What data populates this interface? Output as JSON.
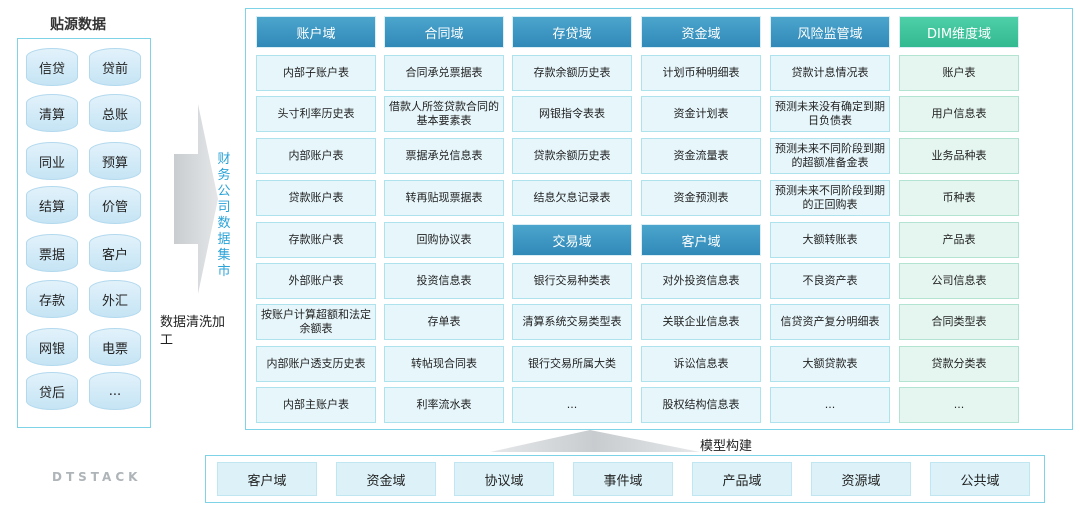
{
  "source": {
    "title": "贴源数据",
    "items": [
      "信贷",
      "贷前",
      "清算",
      "总账",
      "同业",
      "预算",
      "结算",
      "价管",
      "票据",
      "客户",
      "存款",
      "外汇",
      "网银",
      "电票",
      "贷后",
      "..."
    ]
  },
  "process_label": "数据清洗加工",
  "mart_label": "财务公司数据集市",
  "columns": [
    {
      "header": "账户域",
      "dim": false,
      "rows": [
        "内部子账户表",
        "头寸利率历史表",
        "内部账户表",
        "贷款账户表",
        "存款账户表",
        "外部账户表",
        "按账户计算超额和法定余额表",
        "内部账户透支历史表",
        "内部主账户表"
      ]
    },
    {
      "header": "合同域",
      "dim": false,
      "rows": [
        "合同承兑票据表",
        "借款人所签贷款合同的基本要素表",
        "票据承兑信息表",
        "转再贴现票据表",
        "回购协议表",
        "投资信息表",
        "存单表",
        "转帖现合同表",
        "利率流水表"
      ]
    },
    {
      "header": "存贷域",
      "dim": false,
      "rows": [
        "存款余额历史表",
        "网银指令表表",
        "贷款余额历史表",
        "结息欠息记录表"
      ],
      "sub_header": "交易域",
      "sub_rows": [
        "银行交易种类表",
        "清算系统交易类型表",
        "银行交易所属大类",
        "..."
      ]
    },
    {
      "header": "资金域",
      "dim": false,
      "rows": [
        "计划币种明细表",
        "资金计划表",
        "资金流量表",
        "资金预测表"
      ],
      "sub_header": "客户域",
      "sub_rows": [
        "对外投资信息表",
        "关联企业信息表",
        "诉讼信息表",
        "股权结构信息表"
      ]
    },
    {
      "header": "风险监管域",
      "dim": false,
      "rows": [
        "贷款计息情况表",
        "预测未来没有确定到期日负债表",
        "预测未来不同阶段到期的超额准备金表",
        "预测未来不同阶段到期的正回购表",
        "大额转账表",
        "不良资产表",
        "信贷资产复分明细表",
        "大额贷款表",
        "..."
      ]
    },
    {
      "header": "DIM维度域",
      "dim": true,
      "rows": [
        "账户表",
        "用户信息表",
        "业务品种表",
        "币种表",
        "产品表",
        "公司信息表",
        "合同类型表",
        "贷款分类表",
        "..."
      ]
    }
  ],
  "model_label": "模型构建",
  "brand": "DTSTACK",
  "bottom_domains": [
    "客户域",
    "资金域",
    "协议域",
    "事件域",
    "产品域",
    "资源域",
    "公共域"
  ]
}
